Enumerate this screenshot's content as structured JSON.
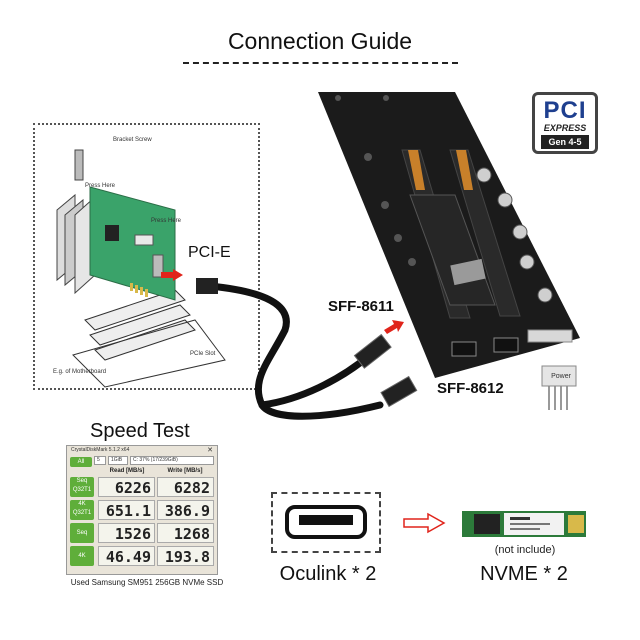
{
  "title": "Connection Guide",
  "badge": {
    "pci": "PCI",
    "express": "EXPRESS",
    "gen": "Gen 4-5"
  },
  "diagram": {
    "bracket_screw": "Bracket Screw",
    "press_here_1": "Press Here",
    "press_here_2": "Press Here",
    "pcie_slot": "PCIe Slot",
    "motherboard": "E.g. of Motherboard"
  },
  "labels": {
    "pcie": "PCI-E",
    "sff8611": "SFF-8611",
    "sff8612": "SFF-8612",
    "power": "Power"
  },
  "speed_test": {
    "title": "Speed Test",
    "window_title": "CrystalDiskMark 5.1.2 x64",
    "close": "✕",
    "runs": "5",
    "size": "1GiB",
    "drive": "C: 37% (17/239GiB)",
    "read_header": "Read [MB/s]",
    "write_header": "Write [MB/s]",
    "rows": [
      {
        "label": "All",
        "read": "",
        "write": ""
      },
      {
        "label": "Seq Q32T1",
        "read": "6226",
        "write": "6282"
      },
      {
        "label": "4K Q32T1",
        "read": "651.1",
        "write": "386.9"
      },
      {
        "label": "Seq",
        "read": "1526",
        "write": "1268"
      },
      {
        "label": "4K",
        "read": "46.49",
        "write": "193.8"
      }
    ],
    "caption": "Used Samsung SM951 256GB NVMe SSD"
  },
  "bottom": {
    "oculink": "Oculink * 2",
    "nvme": "NVME * 2",
    "not_include": "(not include)"
  },
  "colors": {
    "board": "#1b1b1b",
    "pcb_green": "#3aa36a",
    "arrow_red": "#e0241b",
    "cdm_green": "#5fae3a",
    "pci_blue": "#1e3f8f"
  }
}
